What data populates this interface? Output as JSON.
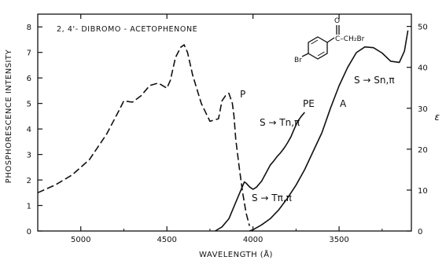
{
  "chart_data": {
    "type": "line",
    "title": "2, 4'- DIBROMO - ACETOPHENONE",
    "xlabel": "WAVELENGTH (Å)",
    "ylabel_left": "PHOSPHORESCENCE INTENSITY",
    "ylabel_right": "ε",
    "xlim": [
      5250,
      3080
    ],
    "x_ticks": [
      5000,
      4500,
      4000,
      3500
    ],
    "ylim_left": [
      0,
      8.5
    ],
    "y_ticks_left": [
      0,
      1,
      2,
      3,
      4,
      5,
      6,
      7,
      8
    ],
    "ylim_right": [
      0,
      53
    ],
    "y_ticks_right": [
      0,
      10,
      20,
      30,
      40,
      50
    ],
    "structure_label": {
      "left_atom": "Br",
      "carbonyl": "O",
      "side_chain": "C–CH₂Br"
    },
    "annotations": [
      "P",
      "PE",
      "A",
      "S → Tn,π",
      "S → Tπ,π",
      "S → Sn,π"
    ],
    "series": [
      {
        "name": "P",
        "axis": "left",
        "style": "dashed",
        "x": [
          5250,
          5150,
          5050,
          4950,
          4850,
          4780,
          4750,
          4700,
          4650,
          4600,
          4550,
          4500,
          4480,
          4450,
          4420,
          4400,
          4380,
          4350,
          4300,
          4250,
          4200,
          4180,
          4160,
          4140,
          4120,
          4110,
          4100,
          4080,
          4060,
          4040,
          4020
        ],
        "y": [
          1.5,
          1.8,
          2.2,
          2.8,
          3.8,
          4.7,
          5.1,
          5.05,
          5.3,
          5.7,
          5.8,
          5.6,
          5.9,
          6.8,
          7.2,
          7.3,
          7.0,
          6.1,
          5.0,
          4.3,
          4.4,
          5.1,
          5.3,
          5.4,
          5.0,
          4.5,
          3.6,
          2.5,
          1.5,
          0.7,
          0.2
        ]
      },
      {
        "name": "PE",
        "axis": "right",
        "style": "solid",
        "x": [
          4220,
          4180,
          4140,
          4110,
          4080,
          4060,
          4050,
          4040,
          4020,
          4000,
          3980,
          3950,
          3920,
          3900,
          3880,
          3860,
          3840,
          3820,
          3800,
          3780,
          3760,
          3740,
          3720,
          3700
        ],
        "y": [
          0,
          1,
          3,
          6,
          9,
          11,
          12,
          11.7,
          10.8,
          10.2,
          10.7,
          12.2,
          14.5,
          16.1,
          17.1,
          18.2,
          19.1,
          20.2,
          21.5,
          23.0,
          25.0,
          26.8,
          28.0,
          29.0
        ]
      },
      {
        "name": "A",
        "axis": "right",
        "style": "solid",
        "x": [
          4020,
          4000,
          3950,
          3900,
          3850,
          3800,
          3750,
          3700,
          3650,
          3600,
          3550,
          3500,
          3450,
          3400,
          3350,
          3300,
          3250,
          3200,
          3150,
          3120,
          3100
        ],
        "y": [
          0,
          0.3,
          1.5,
          3,
          5.2,
          8,
          11.2,
          15,
          19.5,
          24,
          30,
          35.5,
          40,
          43.6,
          45,
          44.8,
          43.5,
          41.5,
          41.2,
          44,
          49
        ]
      }
    ]
  }
}
